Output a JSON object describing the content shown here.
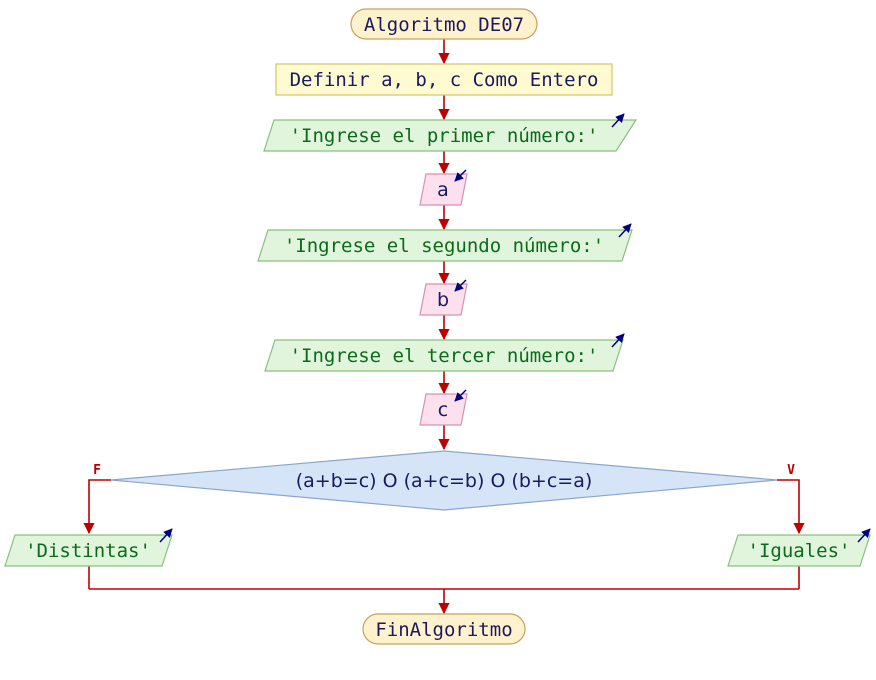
{
  "diagram": {
    "start": "Algoritmo DE07",
    "define": "Definir a, b, c Como Entero",
    "out1": "'Ingrese el primer número:'",
    "in1": "a",
    "out2": "'Ingrese el segundo número:'",
    "in2": "b",
    "out3": "'Ingrese el tercer número:'",
    "in3": "c",
    "decision": "(a+b=c) O (a+c=b) O (b+c=a)",
    "false_label": "F",
    "true_label": "V",
    "out_false": "'Distintas'",
    "out_true": "'Iguales'",
    "end": "FinAlgoritmo"
  },
  "colors": {
    "line": "#c00000",
    "terminal_fill": "#fff2cc",
    "terminal_stroke": "#c8a060",
    "process_fill": "#fffbd0",
    "process_stroke": "#d4c56a",
    "output_fill": "#e0f5dc",
    "output_stroke": "#88c080",
    "input_fill": "#fde0ee",
    "input_stroke": "#d890b0",
    "decision_fill": "#d6e4f7",
    "decision_stroke": "#8aa6cc",
    "text_dark": "#1a1a60",
    "text_green": "#0b6b1a",
    "arrow_icon": "#000080"
  }
}
